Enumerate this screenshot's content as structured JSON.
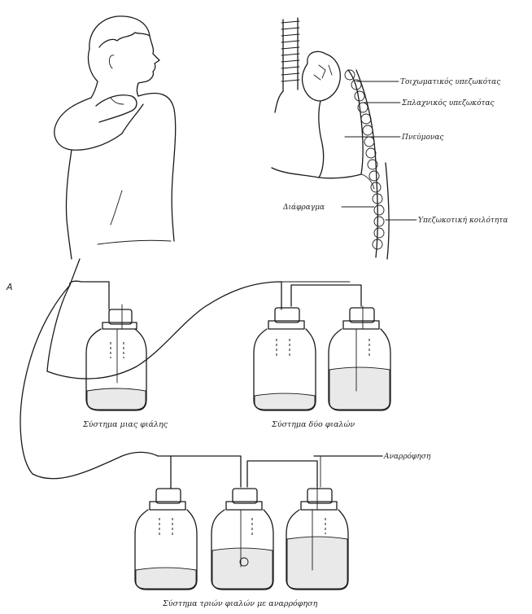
{
  "panel_letter": "A",
  "anatomy_labels": {
    "parietal_pleura": "Τοιχωματικός υπεζωκότας",
    "visceral_pleura": "Σπλαχνικός υπεζωκότας",
    "lung": "Πνεύμονας",
    "diaphragm": "Διάφραγμα",
    "pleural_space": "Υπεζωκοτική κοιλότητα"
  },
  "captions": {
    "one_bottle": "Σύστημα μιας φιάλης",
    "two_bottle": "Σύστημα δύο φιαλών",
    "three_bottle": "Σύστημα τριών φιαλών με αναρρόφηση",
    "suction": "Αναρρόφηση"
  }
}
